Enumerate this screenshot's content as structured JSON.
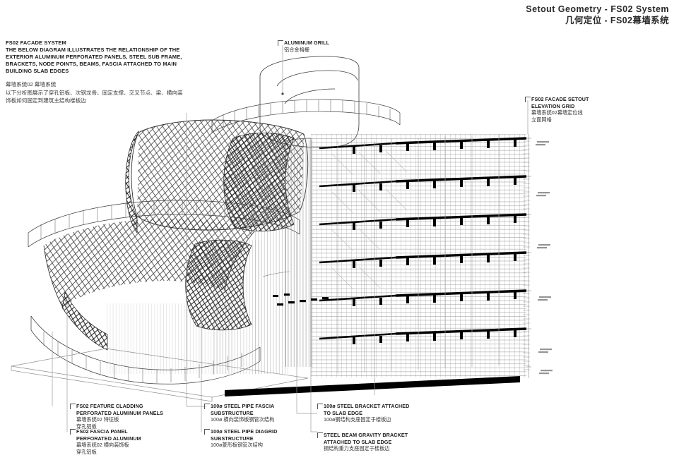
{
  "sheet": {
    "background": "#ffffff",
    "ink": "#1a1a1a",
    "accent_black": "#000000",
    "leader_grey": "#9a9a9a"
  },
  "title_block": {
    "title_en": "Setout Geometry - FS02 System",
    "title_cn": "几何定位 - FS02幕墙系统"
  },
  "main_note": {
    "heading_en": "FS02 FACADE SYSTEM",
    "body_en": "THE BELOW DIAGRAM ILLUSTRATES THE RELATIONSHIP OF THE\nEXTERIOR ALUMINUM PERFORATED PANELS, STEEL SUB FRAME,\nBRACKETS, NODE POINTS, BEAMS, FASCIA ATTACHED TO MAIN\nBUILDING SLAB EDGES",
    "heading_cn": "幕墙系统02  幕墙系统",
    "body_cn": "以下分析图展示了穿孔铝板、次钢龙骨、固定支撑、交叉节点、梁、横向装\n饰板如何固定到建筑主结构楼板边"
  },
  "callouts": [
    {
      "id": "aluminum-grill",
      "en": "ALUMINUM GRILL",
      "cn": "铝合金格栅"
    },
    {
      "id": "facade-setout-elevation-grid",
      "en": "FS02 FACADE SETOUT\nELEVATION GRID",
      "cn": "幕墙系统02幕墙定位线\n立面网格"
    },
    {
      "id": "feature-cladding",
      "en": "FS02 FEATURE CLADDING\nPERFORATED ALUMINUM PANELS",
      "cn": "幕墙系统02  特征板\n穿孔铝板"
    },
    {
      "id": "fascia-panel",
      "en": "FS02 FASCIA PANEL\nPERFORATED ALUMINUM",
      "cn": "幕墙系统02  横向装饰板\n穿孔铝板"
    },
    {
      "id": "steel-pipe-fascia-substructure",
      "en": "100ø STEEL PIPE FASCIA\nSUBSTRUCTURE",
      "cn": "100ø 横向装饰板钢管次结构"
    },
    {
      "id": "steel-pipe-diagrid-substructure",
      "en": "100ø STEEL PIPE DIAGRID\nSUBSTRUCTURE",
      "cn": "100ø菱形板钢管次结构"
    },
    {
      "id": "steel-bracket-slab-edge",
      "en": "100ø STEEL BRACKET ATTACHED\nTO SLAB EDGE",
      "cn": "100ø钢结构支座固定于楼板边"
    },
    {
      "id": "steel-beam-gravity-bracket",
      "en": "STEEL BEAM GRAVITY BRACKET\nATTACHED TO SLAB EDGE",
      "cn": "钢结构重力支座固定于楼板边"
    }
  ]
}
